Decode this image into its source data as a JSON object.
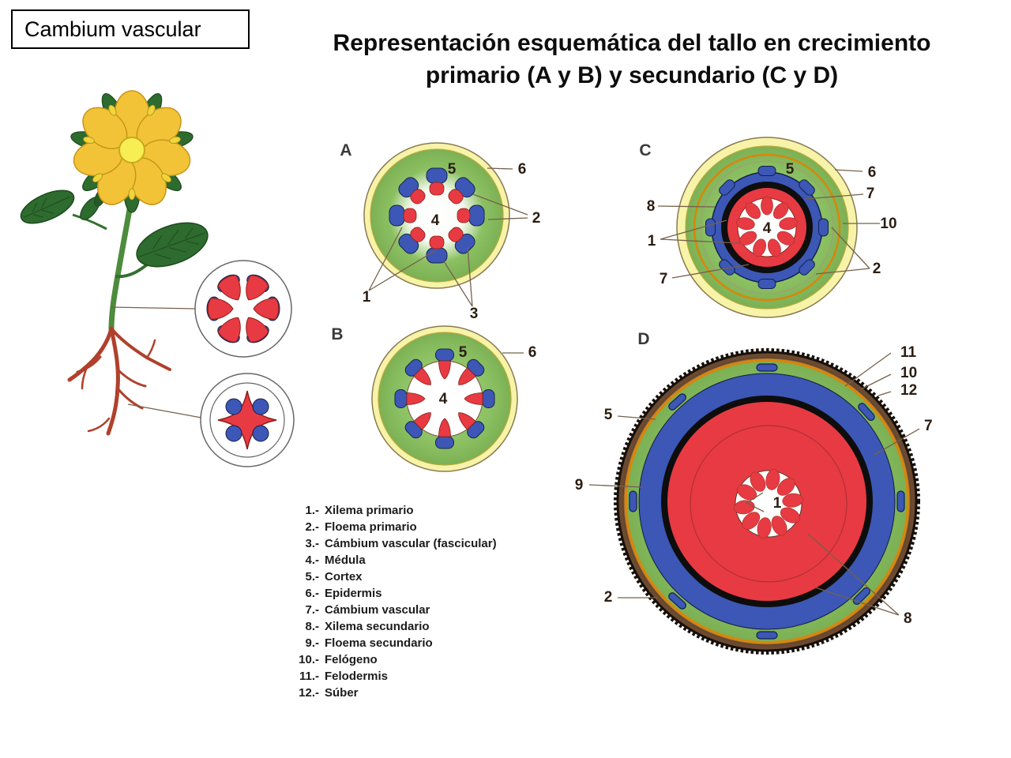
{
  "header": {
    "box_label": "Cambium vascular",
    "title_line1": "Representación esquemática del tallo en crecimiento",
    "title_line2": "primario (A y B) y secundario (C y D)"
  },
  "legend": {
    "items": [
      {
        "num": "1.-",
        "label": "Xilema primario"
      },
      {
        "num": "2.-",
        "label": "Floema primario"
      },
      {
        "num": "3.-",
        "label": "Cámbium vascular (fascicular)"
      },
      {
        "num": "4.-",
        "label": "Médula"
      },
      {
        "num": "5.-",
        "label": "Cortex"
      },
      {
        "num": "6.-",
        "label": "Epidermis"
      },
      {
        "num": "7.-",
        "label": "Cámbium vascular"
      },
      {
        "num": "8.-",
        "label": "Xilema secundario"
      },
      {
        "num": "9.-",
        "label": "Floema secundario"
      },
      {
        "num": "10.-",
        "label": "Felógeno"
      },
      {
        "num": "11.-",
        "label": "Felodermis"
      },
      {
        "num": "12.-",
        "label": "Súber"
      }
    ]
  },
  "diagrams": {
    "A": {
      "letter": "A",
      "l1": "1",
      "l2": "2",
      "l3": "3",
      "l4": "4",
      "l5": "5",
      "l6": "6"
    },
    "B": {
      "letter": "B",
      "l4": "4",
      "l5": "5",
      "l6": "6"
    },
    "C": {
      "letter": "C",
      "l1": "1",
      "l2": "2",
      "l4": "4",
      "l5": "5",
      "l6": "6",
      "l7a": "7",
      "l7b": "7",
      "l8": "8",
      "l10": "10"
    },
    "D": {
      "letter": "D",
      "l1": "1",
      "l2": "2",
      "l5": "5",
      "l7": "7",
      "l8": "8",
      "l9": "9",
      "l10": "10",
      "l11": "11",
      "l12": "12"
    }
  },
  "colors": {
    "xylem_red": "#e83a42",
    "phloem_blue": "#3c57b5",
    "cortex_green": "#8cc163",
    "epidermis_yellow": "#f7f3a8",
    "phellogen_orange": "#d8860c",
    "bark_brown": "#7b5a3e"
  }
}
